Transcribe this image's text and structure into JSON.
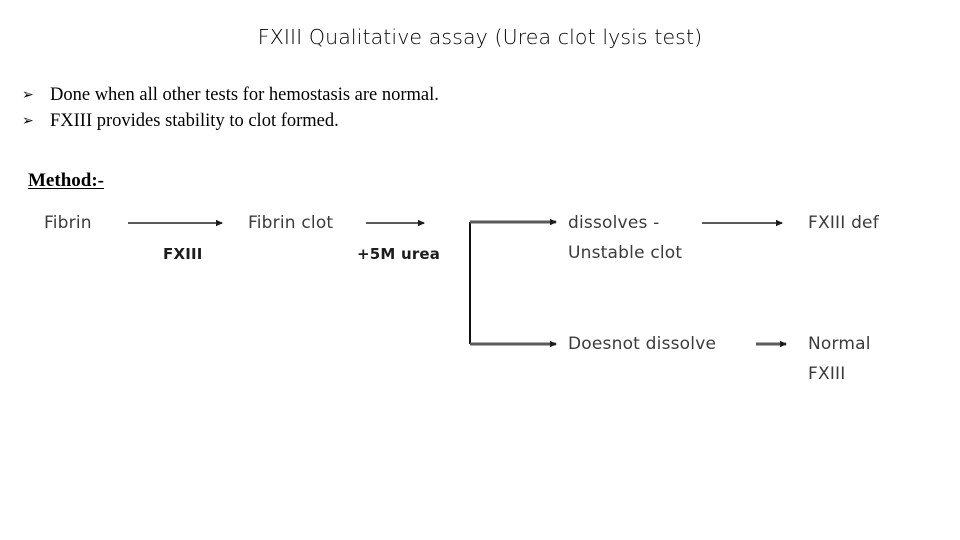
{
  "slide": {
    "title": "FXIII Qualitative assay (Urea clot lysis test)",
    "bullet_marker": "➢",
    "bullets": [
      "Done when all other tests for hemostasis are normal.",
      "FXIII provides stability to clot formed."
    ],
    "method_label": "Method:-"
  },
  "diagram": {
    "nodes": {
      "fibrin": "Fibrin",
      "fibrin_clot": "Fibrin clot",
      "dissolves": "dissolves -",
      "unstable_clot": "Unstable clot",
      "fxiii_def": "FXIII def",
      "doesnot_dissolve": "Doesnot dissolve",
      "normal": "Normal",
      "normal_fxiii": "FXIII"
    },
    "arrow_labels": {
      "fxiii": "FXIII",
      "urea": "+5M urea"
    },
    "colors": {
      "text": "#3b3b3b",
      "label": "#1d1d1d",
      "arrow": "#5a5a5a",
      "bracket": "#111111"
    }
  }
}
